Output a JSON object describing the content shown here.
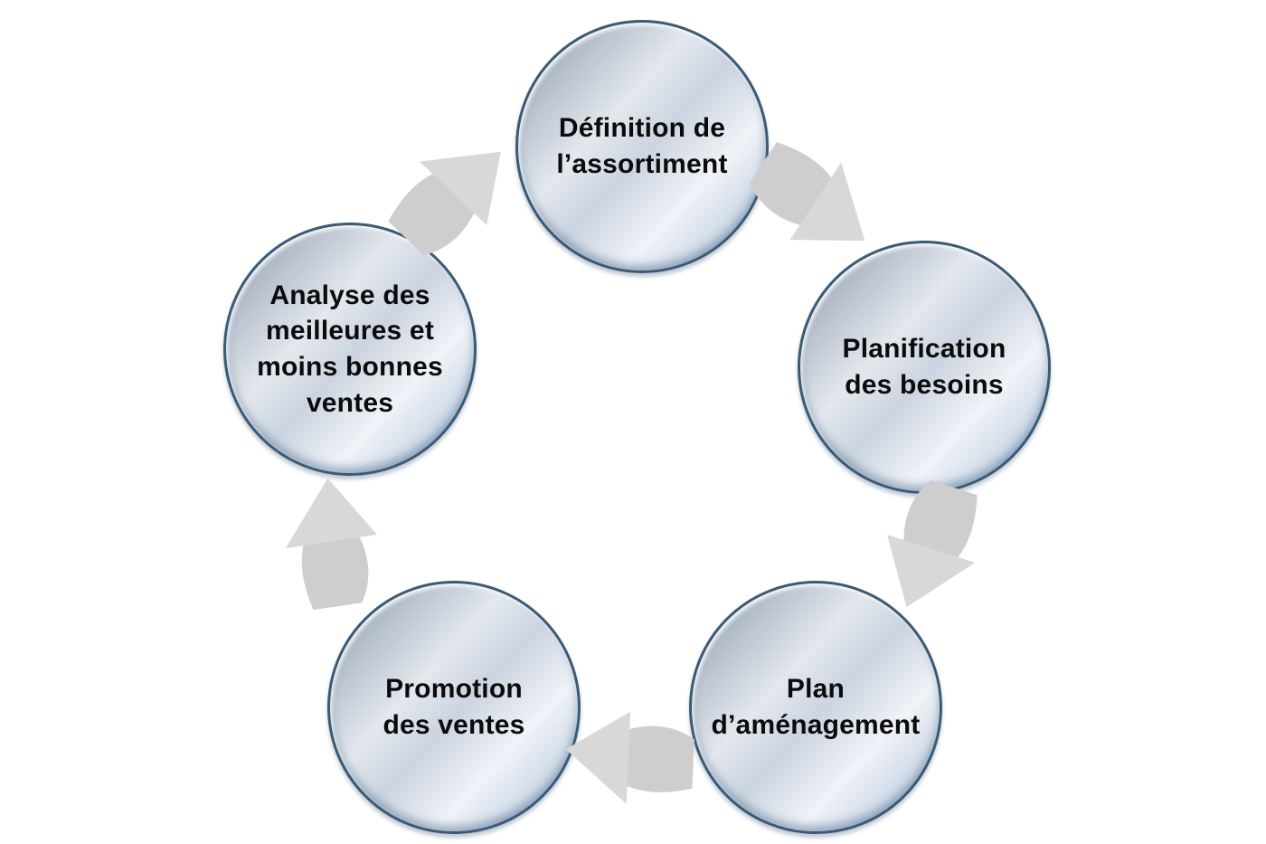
{
  "diagram": {
    "type": "cycle",
    "direction": "clockwise",
    "background_color": "#ffffff"
  },
  "steps": [
    {
      "id": "definition-assortiment",
      "label": "Définition de\nl’assortiment"
    },
    {
      "id": "planification-besoins",
      "label": "Planification\ndes besoins"
    },
    {
      "id": "plan-amenagement",
      "label": "Plan\nd’aménagement"
    },
    {
      "id": "promotion-ventes",
      "label": "Promotion\ndes ventes"
    },
    {
      "id": "analyse-ventes",
      "label": "Analyse des\nmeilleures et\nmoins bonnes\nventes"
    }
  ],
  "flow": [
    {
      "from": "definition-assortiment",
      "to": "planification-besoins"
    },
    {
      "from": "planification-besoins",
      "to": "plan-amenagement"
    },
    {
      "from": "plan-amenagement",
      "to": "promotion-ventes"
    },
    {
      "from": "promotion-ventes",
      "to": "analyse-ventes"
    },
    {
      "from": "analyse-ventes",
      "to": "definition-assortiment"
    }
  ],
  "colors": {
    "arrow_tail": "#cecece",
    "arrow_head": "#d8d8d8",
    "circle_border": "#3a5a75",
    "circle_fill_light": "#f0f3f7",
    "circle_fill_dark": "#8795a7",
    "text": "#0b0b0b"
  }
}
